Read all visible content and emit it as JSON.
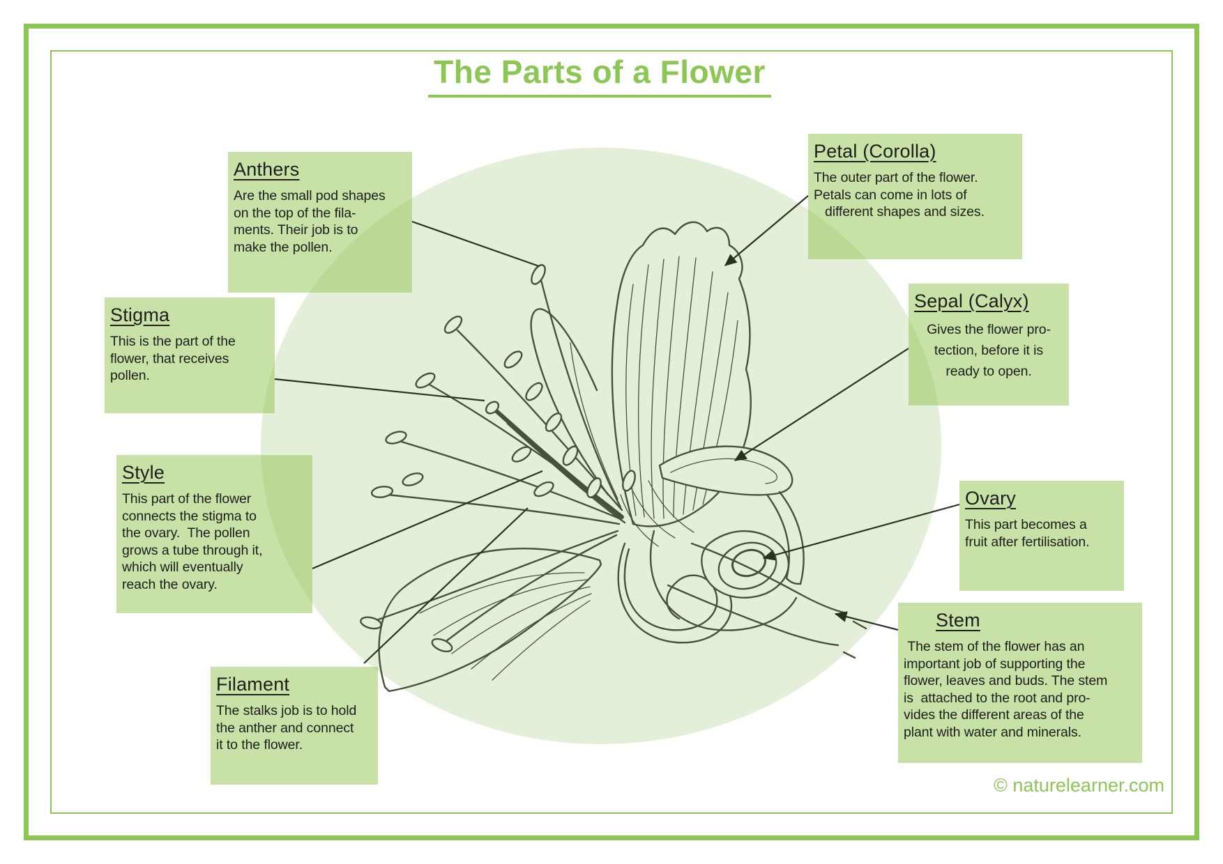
{
  "page": {
    "title": "The Parts of a Flower",
    "copyright": "© naturelearner.com",
    "colors": {
      "accent_green": "#8cc653",
      "box_green": "rgba(146,196,77,0.50)",
      "circle_green": "#e4efda",
      "sketch_line": "#44523a",
      "leader_line": "#273321",
      "text_dark": "#1d1d1b"
    }
  },
  "labels": [
    {
      "id": "anthers",
      "title": "Anthers",
      "body": "Are the small pod shapes\non the top of the fila-\nments. Their job is to\nmake the pollen."
    },
    {
      "id": "stigma",
      "title": "Stigma",
      "body": "This is the part of the\nflower, that receives\npollen."
    },
    {
      "id": "style",
      "title": "Style",
      "body": "This part of the flower\nconnects the stigma to\nthe ovary.  The pollen\ngrows a tube through it,\nwhich will eventually\nreach the ovary."
    },
    {
      "id": "filament",
      "title": "Filament",
      "body": "The stalks job is to hold\nthe anther and connect\nit to the flower."
    },
    {
      "id": "petal",
      "title": "Petal (Corolla)",
      "body": "The outer part of the flower.\nPetals can come in lots of\n   different shapes and sizes."
    },
    {
      "id": "sepal",
      "title": "Sepal (Calyx)",
      "body": "Gives the flower pro-\ntection, before it is\nready to open."
    },
    {
      "id": "ovary",
      "title": "Ovary",
      "body": "This part becomes a\nfruit after fertilisation."
    },
    {
      "id": "stem",
      "title": "Stem",
      "body": " The stem of the flower has an\nimportant job of supporting the\nflower, leaves and buds. The stem\nis  attached to the root and pro-\nvides the different areas of the\nplant with water and minerals."
    }
  ]
}
